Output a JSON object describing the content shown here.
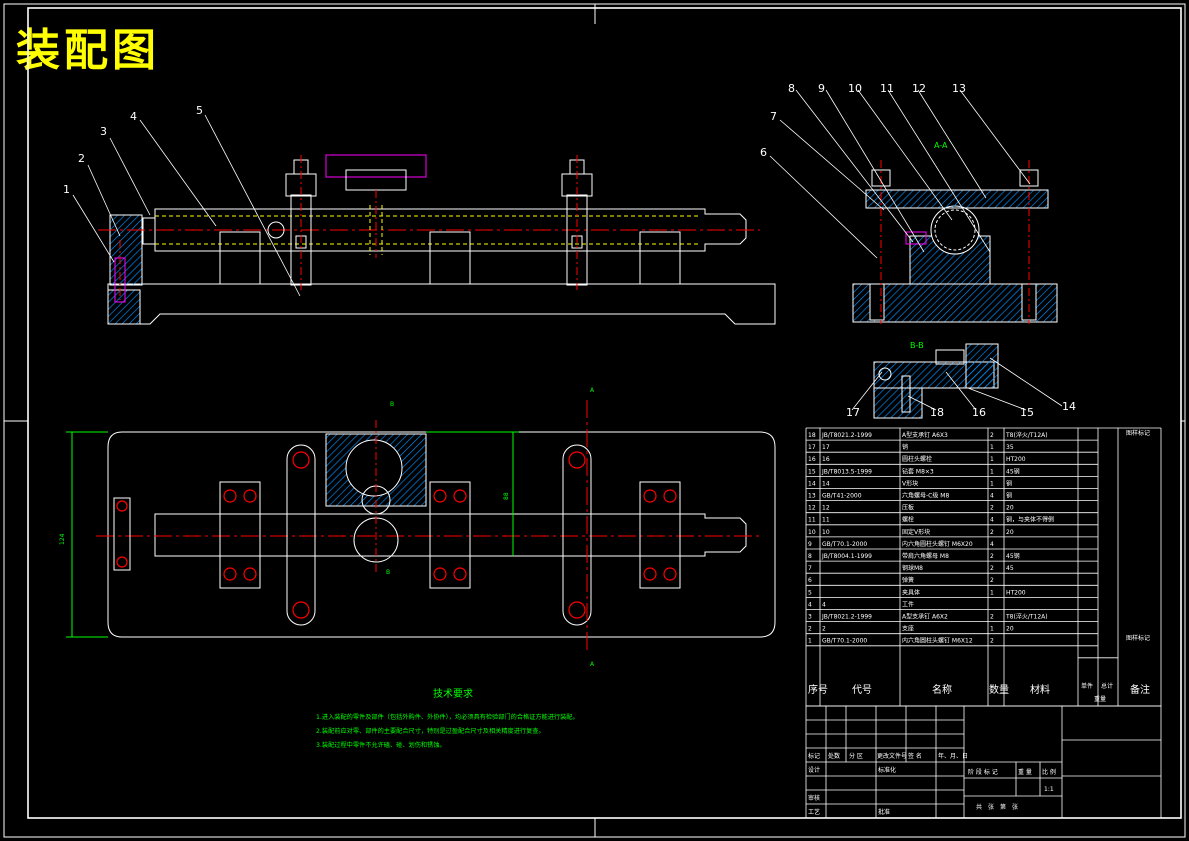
{
  "title": "装配图",
  "section_labels": {
    "aa": "A-A",
    "bb": "B-B",
    "a": "A",
    "b": "B"
  },
  "callouts": [
    "1",
    "2",
    "3",
    "4",
    "5",
    "6",
    "7",
    "8",
    "9",
    "10",
    "11",
    "12",
    "13",
    "14",
    "15",
    "16",
    "17",
    "18"
  ],
  "dimensions": {
    "overall_width": "124",
    "inner_height": "88"
  },
  "tech_requirements": {
    "heading": "技术要求",
    "items": [
      "1.进入装配的零件及部件（包括外购件、外协件），均必须具有检验部门的合格证方能进行装配。",
      "2.装配前应对零、部件的主要配合尺寸，特别是过盈配合尺寸及相关精度进行复查。",
      "3.装配过程中零件不允许磕、碰、划伤和锈蚀。"
    ]
  },
  "bom": {
    "rows": [
      {
        "no": "18",
        "code": "JB/T8021.2-1999",
        "name": "A型支承钉 A6X3",
        "qty": "2",
        "mat": "T8(淬火/T12A)",
        "note": ""
      },
      {
        "no": "17",
        "code": "17",
        "name": "销",
        "qty": "1",
        "mat": "35",
        "note": ""
      },
      {
        "no": "16",
        "code": "16",
        "name": "圆柱头螺栓",
        "qty": "1",
        "mat": "HT200",
        "note": ""
      },
      {
        "no": "15",
        "code": "JB/T8013.5-1999",
        "name": "钻套 M8×3",
        "qty": "1",
        "mat": "45钢",
        "note": ""
      },
      {
        "no": "14",
        "code": "14",
        "name": "V形块",
        "qty": "1",
        "mat": "钢",
        "note": ""
      },
      {
        "no": "13",
        "code": "GB/T41-2000",
        "name": "六角螺母-C级 M8",
        "qty": "4",
        "mat": "钢",
        "note": ""
      },
      {
        "no": "12",
        "code": "12",
        "name": "压板",
        "qty": "2",
        "mat": "20",
        "note": ""
      },
      {
        "no": "11",
        "code": "11",
        "name": "螺栓",
        "qty": "4",
        "mat": "钢，与夹体不得倒",
        "note": ""
      },
      {
        "no": "10",
        "code": "10",
        "name": "固定V形块",
        "qty": "2",
        "mat": "20",
        "note": ""
      },
      {
        "no": "9",
        "code": "GB/T70.1-2000",
        "name": "内六角圆柱头螺钉 M6X20",
        "qty": "4",
        "mat": "",
        "note": ""
      },
      {
        "no": "8",
        "code": "JB/T8004.1-1999",
        "name": "带肩六角螺母 M8",
        "qty": "2",
        "mat": "45钢",
        "note": ""
      },
      {
        "no": "7",
        "code": "",
        "name": "钢球M8",
        "qty": "2",
        "mat": "45",
        "note": ""
      },
      {
        "no": "6",
        "code": "",
        "name": "弹簧",
        "qty": "2",
        "mat": "",
        "note": ""
      },
      {
        "no": "5",
        "code": "",
        "name": "夹具体",
        "qty": "1",
        "mat": "HT200",
        "note": ""
      },
      {
        "no": "4",
        "code": "4",
        "name": "工件",
        "qty": "",
        "mat": "",
        "note": ""
      },
      {
        "no": "3",
        "code": "JB/T8021.2-1999",
        "name": "A型支承钉 A6X2",
        "qty": "2",
        "mat": "T8(淬火/T12A)",
        "note": ""
      },
      {
        "no": "2",
        "code": "2",
        "name": "支座",
        "qty": "1",
        "mat": "20",
        "note": ""
      },
      {
        "no": "1",
        "code": "GB/T70.1-2000",
        "name": "内六角圆柱头螺钉 M6X12",
        "qty": "2",
        "mat": "",
        "note": ""
      }
    ],
    "side_notes": [
      "图样标记",
      "图样标记"
    ],
    "header": {
      "no": "序号",
      "code": "代号",
      "name": "名称",
      "qty": "数量",
      "mat": "材料",
      "single": "单件",
      "total": "总计",
      "weight": "重量",
      "note": "备注"
    }
  },
  "title_block": {
    "mark": "标记",
    "count": "处数",
    "zone": "分 区",
    "docno": "更改文件号",
    "sign": "签 名",
    "date": "年、月、日",
    "design": "设计",
    "std": "标准化",
    "stage": "阶 段 标 记",
    "weight": "重 量",
    "scale": "比 例",
    "scale_value": "1:1",
    "review": "审核",
    "process": "工艺",
    "approve": "批准",
    "sheets": "共　张　第　张"
  },
  "colors": {
    "title": "#ffff00",
    "outline": "#ffffff",
    "hatch": "#00a0ff",
    "center": "#ff0000",
    "dim": "#00ff00",
    "hidden": "#ffff00",
    "magenta": "#ff00ff"
  }
}
